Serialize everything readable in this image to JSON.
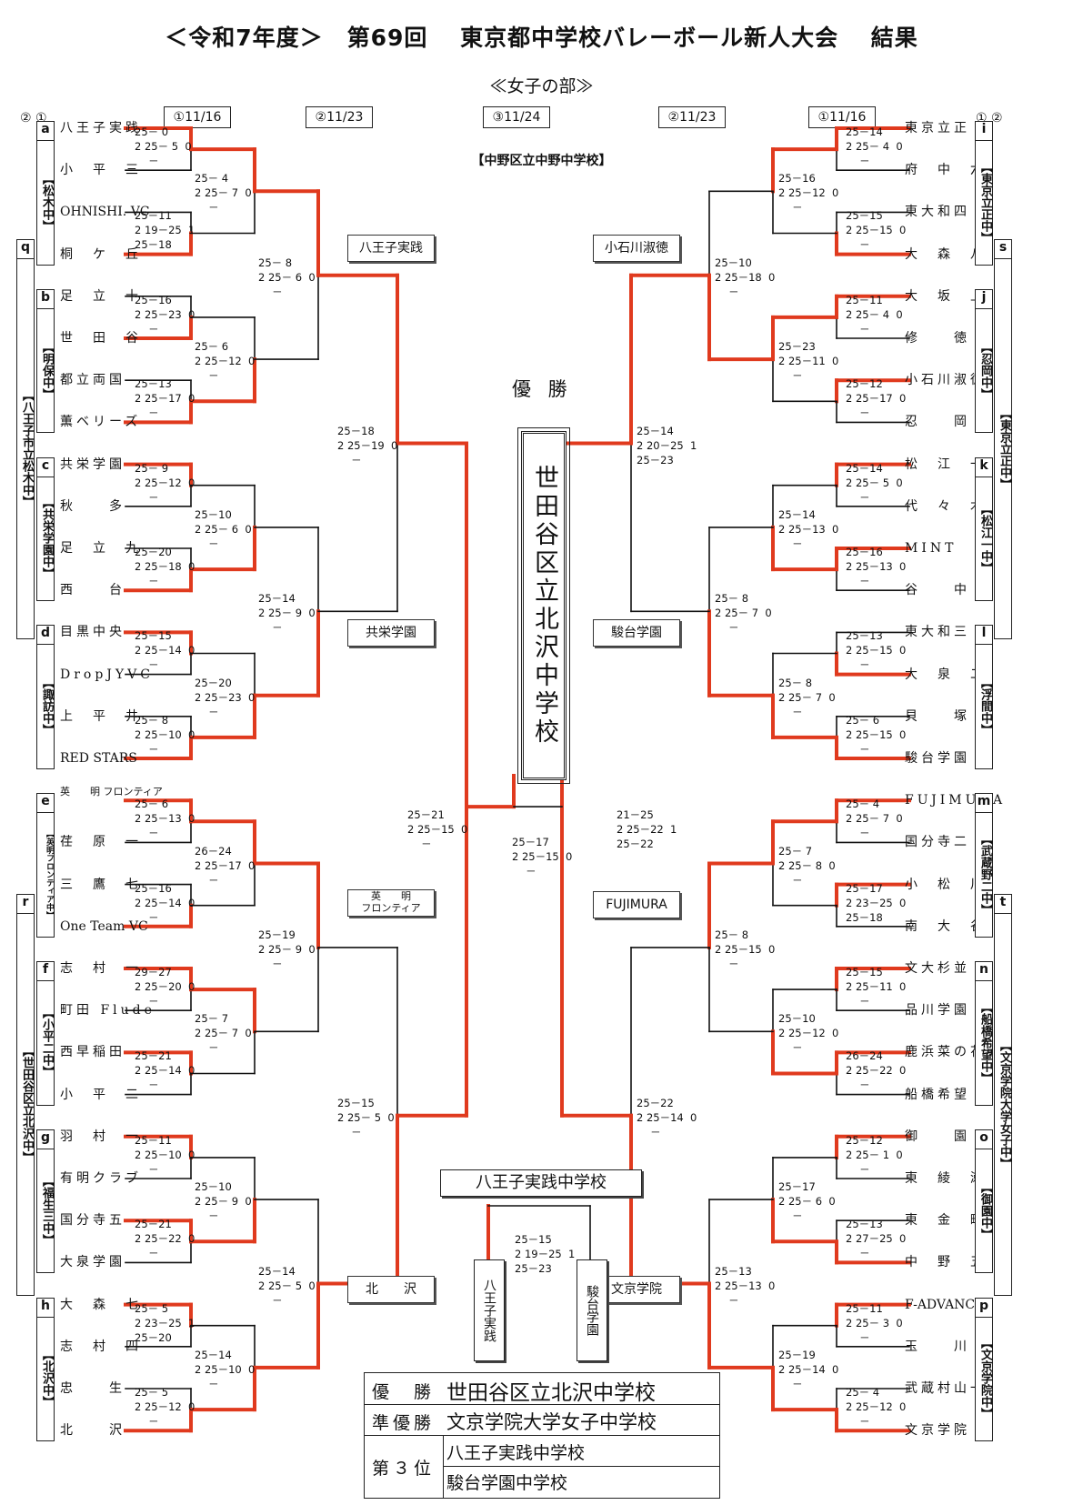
{
  "title": "＜令和7年度＞　第69回　 東京都中学校バレーボール新人大会　 結果",
  "subtitle": "≪女子の部≫",
  "venue": "【中野区立中野中学校】",
  "round_headers": [
    "①11/16",
    "②11/23",
    "③11/24",
    "②11/23",
    "①11/16"
  ],
  "col_marks": {
    "left": "②  ①",
    "right": "①  ②"
  },
  "champion_label": "優  勝",
  "champion": "世田谷区立北沢中学校",
  "left_teams": [
    "八王子実践",
    "小　平　三",
    "OHNISHI. VC",
    "桐　ケ　丘",
    "足　立　十",
    "世　田　谷",
    "都立両国",
    "薫ベリーズ",
    "共栄学園",
    "秋　　多",
    "足　立　九",
    "西　　台",
    "目黒中央",
    "DropJYVC",
    "上　平　井",
    "RED STARS",
    "英　　明\nフロンティア",
    "荏　原　一",
    "三　鷹　七",
    "One Team VC",
    "志　村　一",
    "町田 Flude",
    "西早稲田",
    "小　平　二",
    "羽　村　一",
    "有明クラブ",
    "国分寺五",
    "大泉学園",
    "大　森　七",
    "志　村　四",
    "忠　　生",
    "北　　沢"
  ],
  "right_teams": [
    "東京立正",
    "府　中　六",
    "東大和四",
    "大　森　八",
    "大　坂　上",
    "修　　徳",
    "小石川淑徳",
    "忍　　岡",
    "松　江　一",
    "代　々　木",
    "MINT",
    "谷　　中",
    "東大和三",
    "大　泉　二",
    "貝　　塚",
    "駿台学園",
    "FUJIMURA",
    "国分寺二",
    "小　松　川",
    "南　大　谷",
    "文大杉並",
    "品川学園",
    "鹿浜菜の花",
    "船橋希望",
    "御　　園",
    "東　綾　瀬",
    "東　金　町",
    "中　野　五",
    "F-ADVANCE",
    "玉　　川",
    "武蔵村山一",
    "文京学院"
  ],
  "left_groups": [
    {
      "letter": "a",
      "name": "松木中"
    },
    {
      "letter": "b",
      "name": "明保中"
    },
    {
      "letter": "c",
      "name": "共栄学園中"
    },
    {
      "letter": "d",
      "name": "諏訪中"
    },
    {
      "letter": "e",
      "name": "英明フロンティア中"
    },
    {
      "letter": "f",
      "name": "小平二中"
    },
    {
      "letter": "g",
      "name": "福生三中"
    },
    {
      "letter": "h",
      "name": "北沢中"
    }
  ],
  "right_groups": [
    {
      "letter": "i",
      "name": "東京立正中"
    },
    {
      "letter": "j",
      "name": "忍岡中"
    },
    {
      "letter": "k",
      "name": "松江一中"
    },
    {
      "letter": "l",
      "name": "浮間中"
    },
    {
      "letter": "m",
      "name": "武蔵野二中"
    },
    {
      "letter": "n",
      "name": "船橋希望中"
    },
    {
      "letter": "o",
      "name": "御園中"
    },
    {
      "letter": "p",
      "name": "文京学院中"
    }
  ],
  "outer_groups_left": [
    {
      "letter": "q",
      "name": "八王子市立松木中"
    },
    {
      "letter": "r",
      "name": "世田谷区立北沢中"
    }
  ],
  "outer_groups_right": [
    {
      "letter": "s",
      "name": "東京立正中"
    },
    {
      "letter": "t",
      "name": "文京学院大学女子中"
    }
  ],
  "qualifiers_left": [
    "八王子実践",
    "共栄学園",
    "英　　明\nフロンティア",
    "北　　沢"
  ],
  "qualifiers_right": [
    "小石川淑徳",
    "駿台学園",
    "FUJIMURA",
    "文京学院"
  ],
  "scores_left_r1": [
    "25－ 0\n2 25－ 5  0\n　 －",
    "25－11\n2 19－25  1\n25－18",
    "25－16\n2 25－23  0\n　 －",
    "25－13\n2 25－17  0\n　 －",
    "25－ 9\n2 25－12  0\n　 －",
    "25－20\n2 25－18  0\n　 －",
    "25－15\n2 25－14  0\n　 －",
    "25－ 8\n2 25－10  0\n　 －",
    "25－ 6\n2 25－13  0\n　 －",
    "25－16\n2 25－14  0\n　 －",
    "29－27\n2 25－20  0\n　 －",
    "25－21\n2 25－14  0\n　 －",
    "25－11\n2 25－10  0\n　 －",
    "25－21\n2 25－22  0\n　 －",
    "25－ 5\n2 23－25  1\n25－20",
    "25－ 5\n2 25－12  0\n　 －"
  ],
  "scores_left_r2": [
    "25－ 4\n2 25－ 7  0\n　 －",
    "25－ 6\n2 25－12  0\n　 －",
    "25－10\n2 25－ 6  0\n　 －",
    "25－20\n2 25－23  0\n　 －",
    "26－24\n2 25－17  0\n　 －",
    "25－ 7\n2 25－ 7  0\n　 －",
    "25－10\n2 25－ 9  0\n　 －",
    "25－14\n2 25－10  0\n　 －"
  ],
  "scores_left_r3": [
    "25－ 8\n2 25－ 6  0\n　 －",
    "25－14\n2 25－ 9  0\n　 －",
    "25－19\n2 25－ 9  0\n　 －",
    "25－14\n2 25－ 5  0\n　 －"
  ],
  "scores_left_r4": [
    "25－18\n2 25－19  0\n　 －",
    "25－15\n2 25－ 5  0\n　 －"
  ],
  "scores_right_r1": [
    "25－14\n2 25－ 4  0\n　 －",
    "25－15\n2 25－15  0\n　 －",
    "25－11\n2 25－ 4  0\n　 －",
    "25－12\n2 25－17  0\n　 －",
    "25－14\n2 25－ 5  0\n　 －",
    "25－16\n2 25－13  0\n　 －",
    "25－13\n2 25－15  0\n　 －",
    "25－ 6\n2 25－15  0\n　 －",
    "25－ 4\n2 25－ 7  0\n　 －",
    "25－17\n2 23－25  0\n25－18",
    "25－15\n2 25－11  0\n　 －",
    "26－24\n2 25－22  0\n　 －",
    "25－12\n2 25－ 1  0\n　 －",
    "25－13\n2 27－25  0\n　 －",
    "25－11\n2 25－ 3  0\n　 －",
    "25－ 4\n2 25－12  0\n　 －"
  ],
  "scores_right_r2": [
    "25－16\n2 25－12  0\n　 －",
    "25－23\n2 25－11  0\n　 －",
    "25－14\n2 25－13  0\n　 －",
    "25－ 8\n2 25－ 7  0\n　 －",
    "25－ 7\n2 25－ 8  0\n　 －",
    "25－10\n2 25－12  0\n　 －",
    "25－17\n2 25－ 6  0\n　 －",
    "25－19\n2 25－14  0\n　 －"
  ],
  "scores_right_r3": [
    "25－10\n2 25－18  0\n　 －",
    "25－ 8\n2 25－ 7  0\n　 －",
    "25－ 8\n2 25－15  0\n　 －",
    "25－13\n2 25－13  0\n　 －"
  ],
  "scores_right_r4": [
    "25－14\n2 20－25  1\n25－23",
    "25－22\n2 25－14  0\n　 －"
  ],
  "semi_left": "25－21\n2 25－15  0\n　 －",
  "semi_right": "21－25\n2 25－22  1\n25－22",
  "final": "25－17\n2 25－15  0\n　 －",
  "third_place_match": {
    "title": "八王子実践中学校",
    "left": "八王子実践",
    "right": "駿台学園",
    "score": "25－15\n2 19－25  1\n25－23"
  },
  "results": {
    "rows": [
      {
        "label": "優　勝",
        "value": "世田谷区立北沢中学校"
      },
      {
        "label": "準優勝",
        "value": "文京学院大学女子中学校"
      },
      {
        "label": "第３位",
        "value": "八王子実践中学校"
      },
      {
        "label": "",
        "value": "駿台学園中学校"
      }
    ]
  },
  "colors": {
    "winner_line": "#e03a1e",
    "line": "#111111"
  }
}
